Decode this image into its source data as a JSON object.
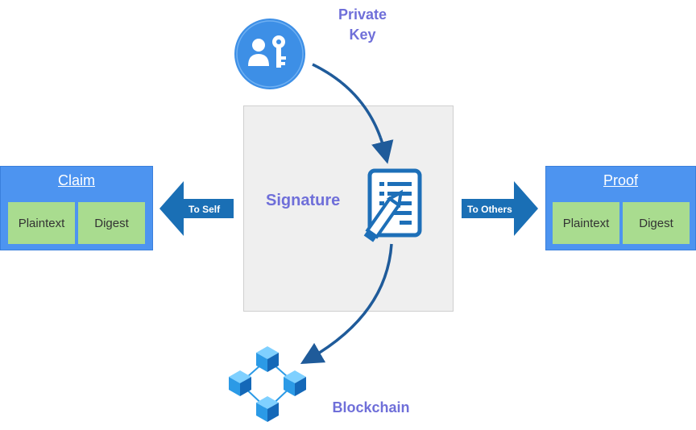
{
  "private_key": {
    "line1": "Private",
    "line2": "Key"
  },
  "signature_label": "Signature",
  "blockchain_label": "Blockchain",
  "to_self_label": "To Self",
  "to_others_label": "To Others",
  "claim": {
    "title": "Claim",
    "cells": [
      "Plaintext",
      "Digest"
    ]
  },
  "proof": {
    "title": "Proof",
    "cells": [
      "Plaintext",
      "Digest"
    ]
  },
  "colors": {
    "accent_text": "#6f6fd9",
    "panel_blue": "#4d94f0",
    "cell_green": "#a9dc8f",
    "arrow_blue": "#1a6fb5",
    "curve_blue": "#1f5b9a",
    "key_icon_bg": "#3d8fe6",
    "block_blue": "#2b9ae6"
  },
  "icons": [
    "user-key-icon",
    "document-pen-icon",
    "blockchain-icon"
  ]
}
